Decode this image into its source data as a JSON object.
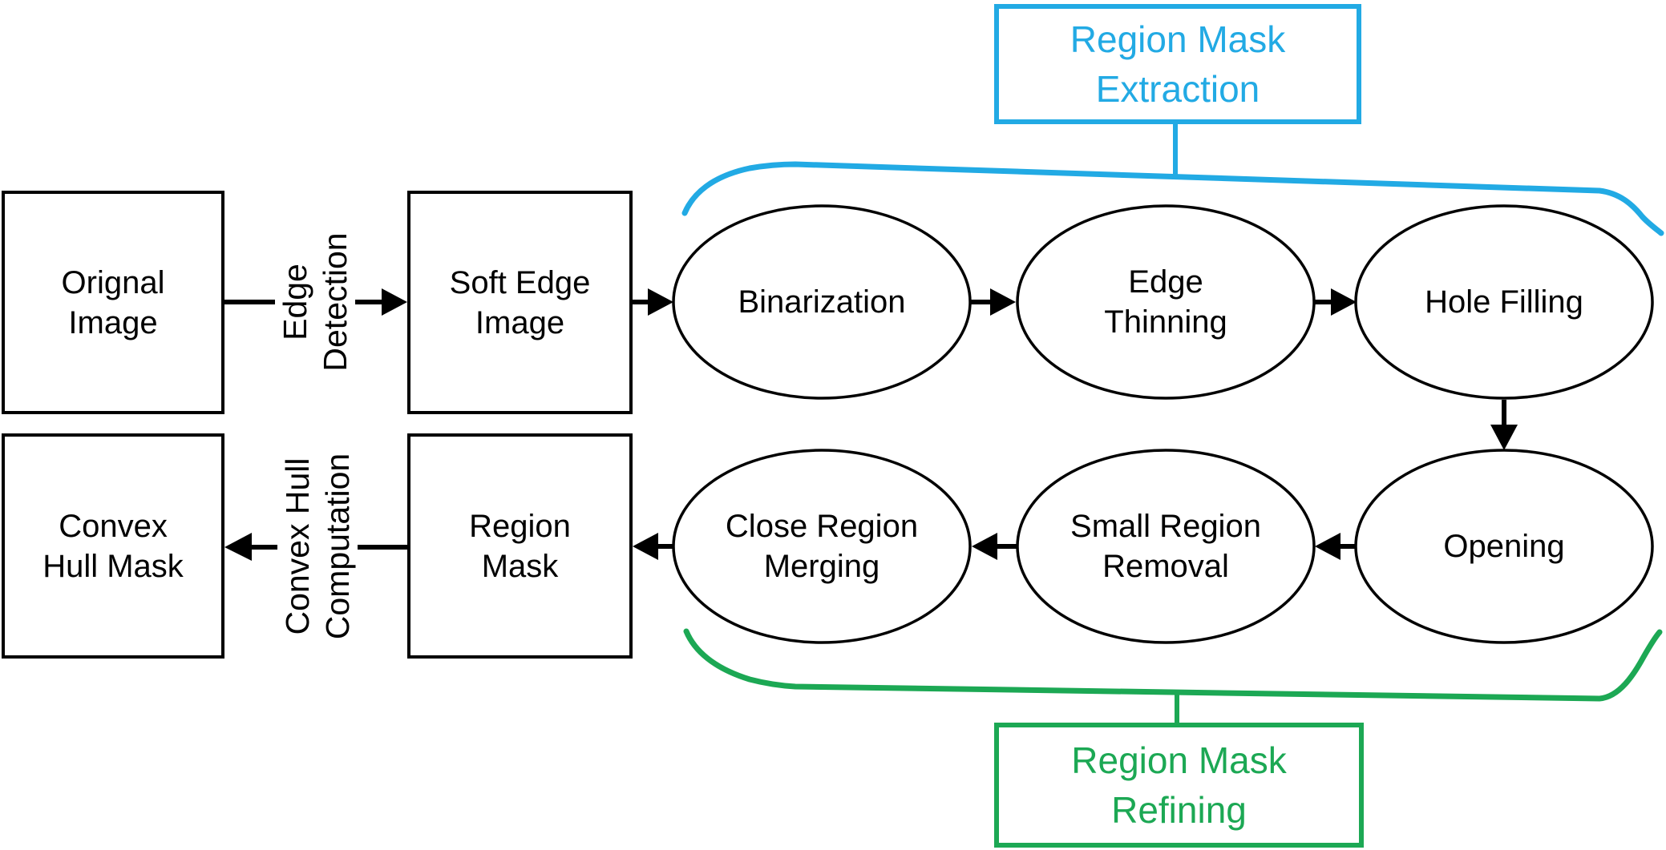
{
  "diagram": {
    "colors": {
      "blue": "#22AAE4",
      "green": "#1CA854",
      "stroke": "#000000",
      "background": "#FFFFFF"
    },
    "nodes": {
      "original_image": "Orignal\nImage",
      "soft_edge_image": "Soft Edge\nImage",
      "binarization": "Binarization",
      "edge_thinning": "Edge\nThinning",
      "hole_filling": "Hole Filling",
      "opening": "Opening",
      "small_region_removal": "Small Region\nRemoval",
      "close_region_merging": "Close Region\nMerging",
      "region_mask": "Region\nMask",
      "convex_hull_mask": "Convex\nHull Mask"
    },
    "edge_labels": {
      "edge_detection": "Edge\nDetection",
      "convex_hull_computation": "Convex Hull\nComputation"
    },
    "group_labels": {
      "region_mask_extraction": "Region Mask\nExtraction",
      "region_mask_refining": "Region Mask\nRefining"
    }
  }
}
